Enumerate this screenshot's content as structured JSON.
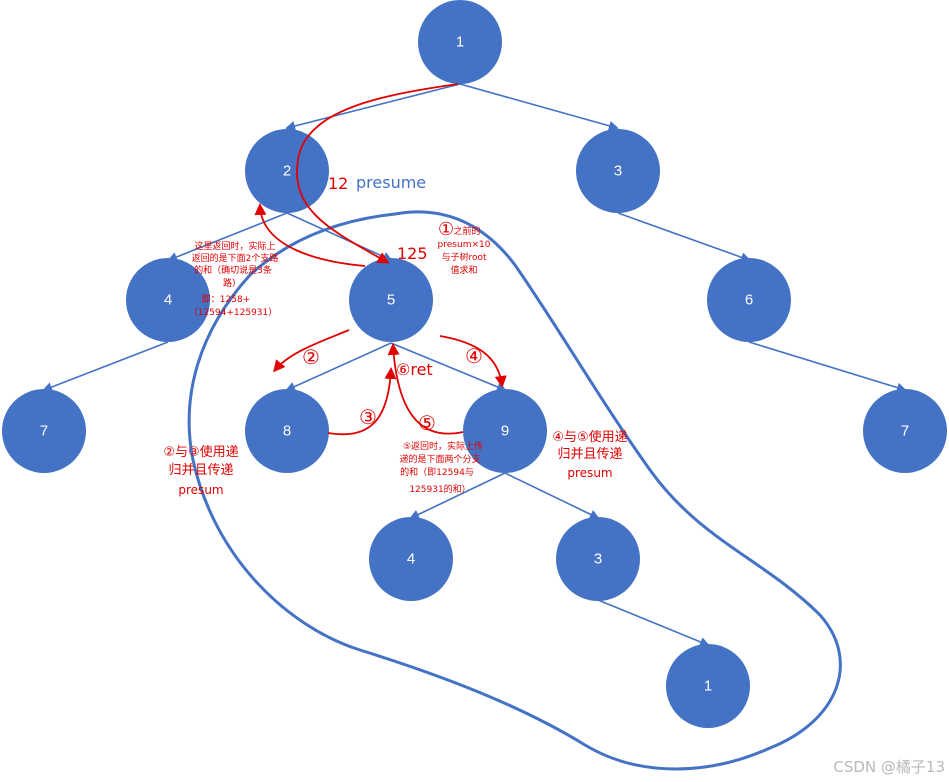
{
  "nodes": {
    "n1": "1",
    "n2": "2",
    "n3": "3",
    "n4a": "4",
    "n5": "5",
    "n6": "6",
    "n7a": "7",
    "n8": "8",
    "n9": "9",
    "n7b": "7",
    "n4b": "4",
    "n3b": "3",
    "n1b": "1"
  },
  "labels": {
    "twelve": "12",
    "presume": "presume",
    "one_two_five": "125",
    "step1_mark": "①",
    "step1_note": [
      "之前的",
      "presum×10",
      "与子树root",
      "值求和"
    ],
    "step2_mark": "②",
    "step3_mark": "③",
    "step4_mark": "④",
    "step5_mark": "⑤",
    "step6": "⑥ret",
    "left_note": [
      "这里返回时，实际上",
      "返回的是下面2个支路",
      "的和（确切说是3条",
      "路）",
      "即：1258+",
      "（12594+125931）"
    ],
    "step23_note": [
      "②与③使用递",
      "归并且传递",
      "presum"
    ],
    "step45_note": [
      "④与⑤使用递",
      "归并且传递",
      "presum"
    ],
    "step5_note": [
      "⑤返回时，实际上传",
      "递的是下面两个分支",
      "的和（即12594与",
      "125931的和）"
    ],
    "watermark": "CSDN @橘子13"
  },
  "colors": {
    "node": "#4472c4",
    "edge": "#4472c4",
    "annotation": "#e00000"
  }
}
